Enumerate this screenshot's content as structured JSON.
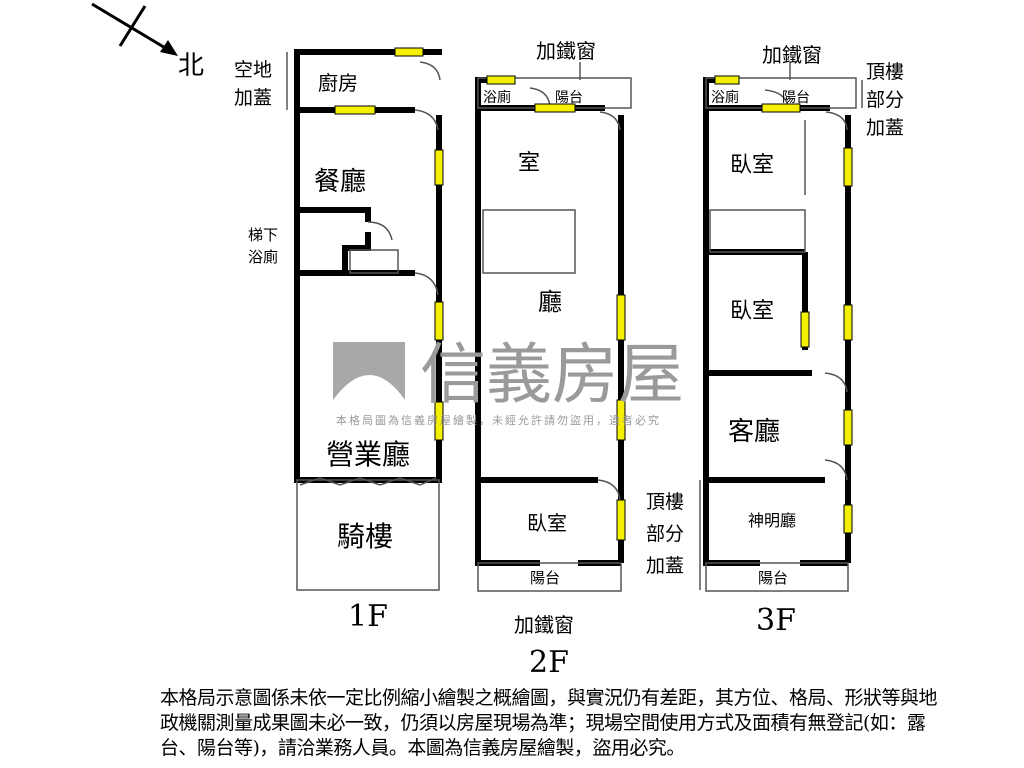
{
  "compass": {
    "north_label": "北"
  },
  "watermark": {
    "brand": "信義房屋",
    "notice": "本格局圖為信義房屋繪製，未經允許請勿盜用，違者必究"
  },
  "floor1": {
    "label": "1F",
    "annex": "空地加蓋",
    "annex_lines": [
      "空地",
      "加蓋"
    ],
    "kitchen": "廚房",
    "dining": "餐廳",
    "under_stair_bath": [
      "梯下",
      "浴廁"
    ],
    "business_hall": "營業廳",
    "arcade": "騎樓"
  },
  "floor2": {
    "label": "2F",
    "iron_window_top": "加鐵窗",
    "bath": "浴廁",
    "balcony_top": "陽台",
    "room": "室",
    "hall": "廳",
    "bedroom": "臥室",
    "balcony_bottom": "陽台",
    "iron_window_bottom": "加鐵窗"
  },
  "floor3": {
    "label": "3F",
    "iron_window_top": "加鐵窗",
    "roof_annex_lines": [
      "頂樓",
      "部分",
      "加蓋"
    ],
    "bath": "浴廁",
    "balcony_top": "陽台",
    "bedroom1": "臥室",
    "bedroom2": "臥室",
    "living": "客廳",
    "shrine": "神明廳",
    "balcony_bottom": "陽台",
    "roof_annex_lower_lines": [
      "頂樓",
      "部分",
      "加蓋"
    ]
  },
  "disclaimer": "本格局示意圖係未依一定比例縮小繪製之概繪圖，與實況仍有差距，其方位、格局、形狀等與地政機關測量成果圖未必一致，仍須以房屋現場為準；現場空間使用方式及面積有無登記(如：露台、陽台等)，請洽業務人員。本圖為信義房屋繪製，盜用必究。",
  "colors": {
    "wall": "#000000",
    "window": "#f5f000",
    "watermark": "#9a9a9a"
  }
}
